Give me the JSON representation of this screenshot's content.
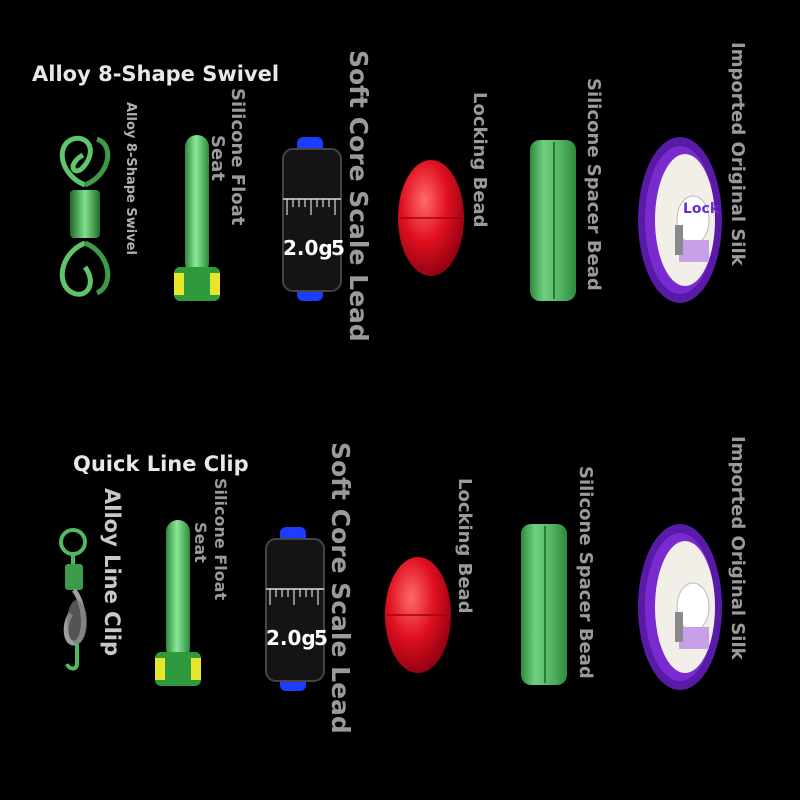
{
  "row1": {
    "heading": "Alloy 8-Shape Swivel",
    "swivel_label": "Alloy 8-Shape Swivel",
    "float_seat_label_1": "Silicone Float",
    "float_seat_label_2": "Seat",
    "scale_lead_label": "Soft Core Scale Lead",
    "scale_lead_marking": "2.0g",
    "scale_lead_marking_2": "5",
    "locking_bead_label": "Locking Bead",
    "spacer_bead_label": "Silicone Spacer Bead",
    "silk_label": "Imported Original Silk",
    "silk_spool_text": "Lock"
  },
  "row2": {
    "heading": "Quick Line Clip",
    "clip_label": "Alloy Line Clip",
    "float_seat_label_1": "Silicone Float",
    "float_seat_label_2": "Seat",
    "scale_lead_label": "Soft Core Scale Lead",
    "scale_lead_marking": "2.0g",
    "scale_lead_marking_2": "5",
    "locking_bead_label": "Locking Bead",
    "spacer_bead_label": "Silicone Spacer Bead",
    "silk_label": "Imported Original Silk"
  },
  "colors": {
    "background": "#000000",
    "green_item": "#5fbf6a",
    "red_bead": "#e01020",
    "purple_spool": "#7a2bd0",
    "blue_cap": "#1c3cff",
    "yellow_band": "#e6e62a"
  },
  "icons": [
    "swivel-icon",
    "float-seat-icon",
    "scale-lead-icon",
    "locking-bead-icon",
    "spacer-bead-icon",
    "silk-spool-icon",
    "line-clip-icon"
  ]
}
